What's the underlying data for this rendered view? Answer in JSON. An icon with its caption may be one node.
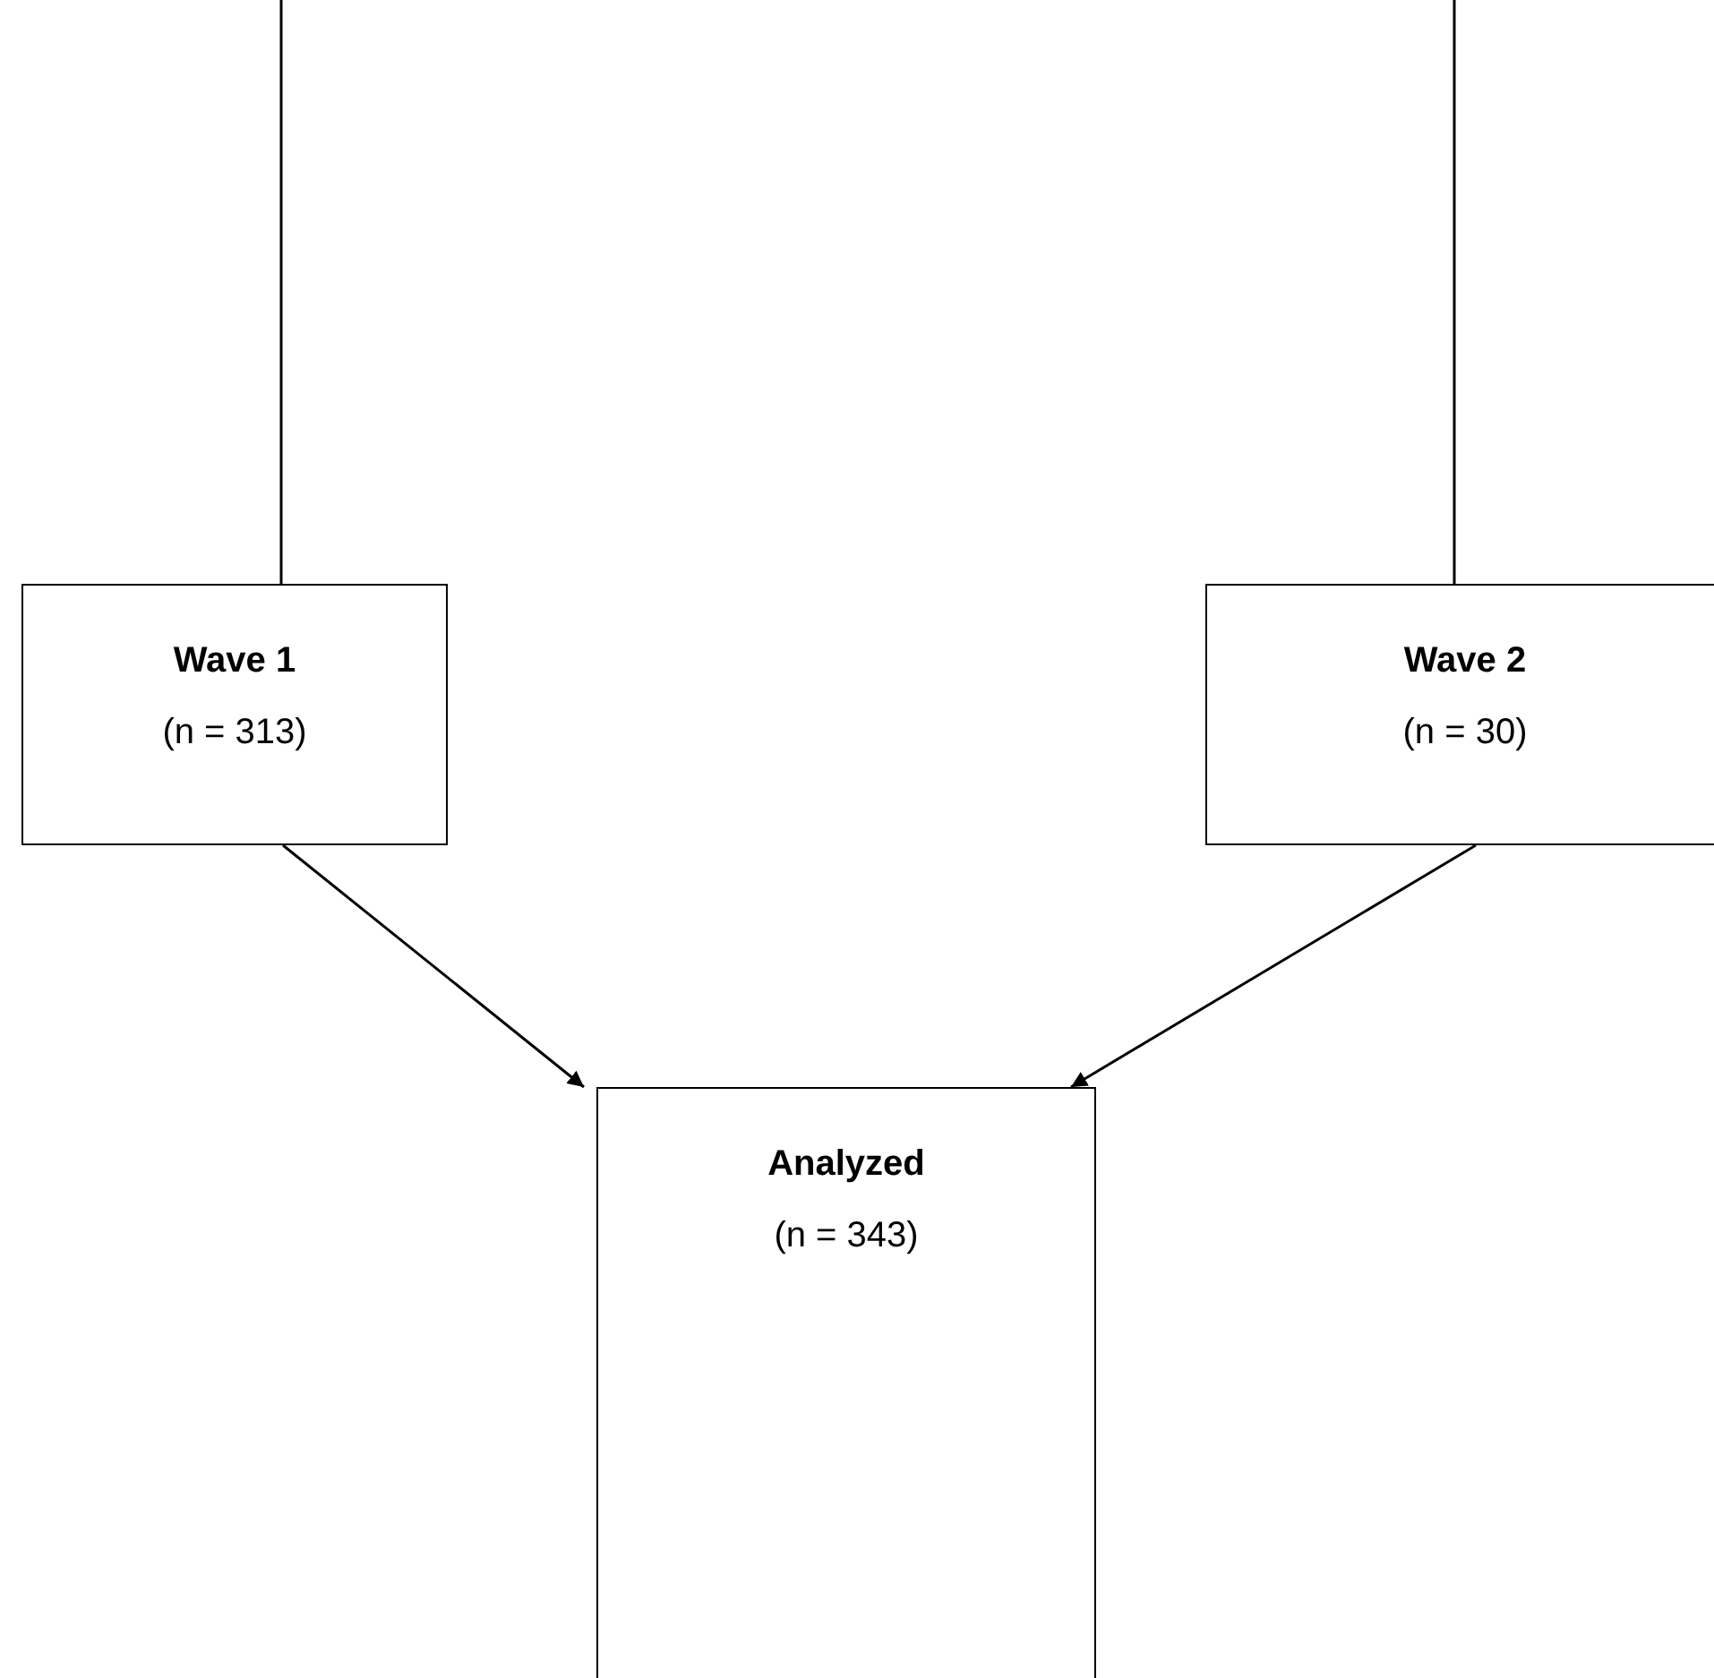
{
  "diagram": {
    "nodes": [
      {
        "text": [
          "Wave 1",
          "(n = 313)"
        ]
      },
      {
        "text": [
          "Wave 2",
          "(n = 30)"
        ]
      },
      {
        "text": [
          "Analyzed",
          "(n = 343)"
        ]
      }
    ],
    "edges": [
      {
        "from": null,
        "to": 0,
        "arrow": "none"
      },
      {
        "from": null,
        "to": 1,
        "arrow": "none"
      },
      {
        "from": 0,
        "to": 2,
        "arrow": "to"
      },
      {
        "from": 1,
        "to": 2,
        "arrow": "to"
      }
    ]
  }
}
